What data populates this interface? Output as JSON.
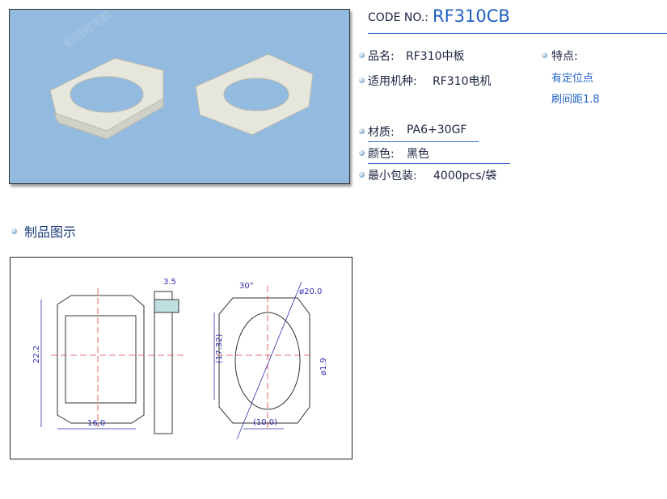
{
  "header": {
    "code_label": "CODE NO.:",
    "code_value": "RF310CB"
  },
  "specs": {
    "name": {
      "label": "品名:",
      "value": "RF310中板"
    },
    "motor": {
      "label": "适用机种:",
      "value": "RF310电机"
    },
    "material": {
      "label": "材质:",
      "value": "PA6+30GF"
    },
    "color": {
      "label": "颜色:",
      "value": "黑色"
    },
    "packing": {
      "label": "最小包装:",
      "value": "4000pcs/袋"
    }
  },
  "features": {
    "label": "特点:",
    "items": [
      "有定位点",
      "刷间距1.8"
    ]
  },
  "section": {
    "title": "制品图示"
  },
  "drawing": {
    "dims": [
      "22.2",
      "16.0",
      "3.5",
      "30°",
      "ø20.0",
      "(17.32)",
      "ø1.9",
      "(10.0)"
    ]
  },
  "watermark": "紫阳微电机",
  "colors": {
    "accent": "#1e5fc4",
    "photo_bg": "#93bbe0"
  }
}
